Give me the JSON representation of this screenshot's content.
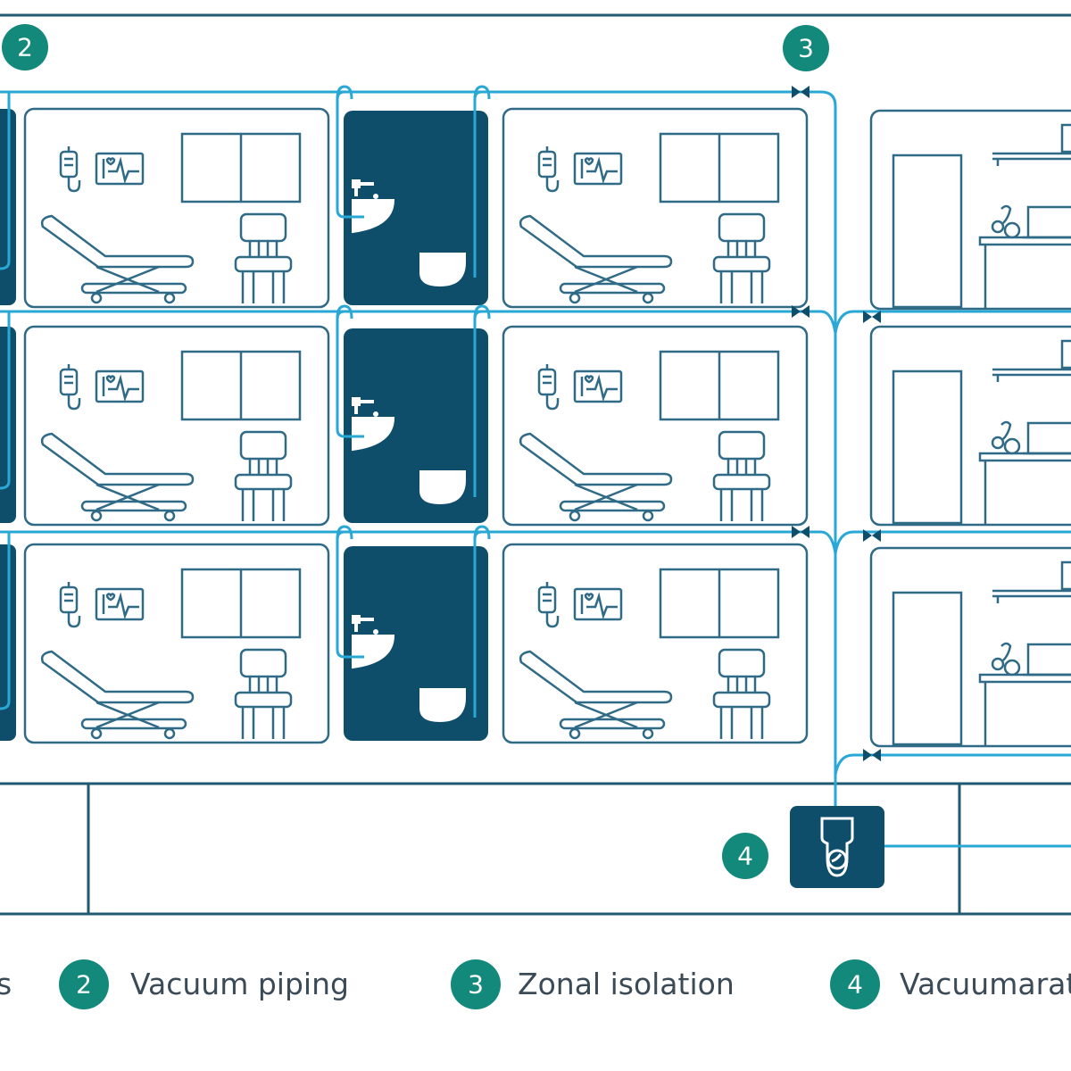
{
  "colors": {
    "outline": "#2f6a86",
    "pipe": "#29a8d6",
    "dark": "#0e4e6b",
    "badge": "#12897a",
    "structure": "#1f5a72",
    "legend_text": "#3b4a57"
  },
  "diagram": {
    "badges": [
      {
        "label": "2",
        "icon": "circle-badge"
      },
      {
        "label": "3",
        "icon": "circle-badge"
      },
      {
        "label": "4",
        "icon": "circle-badge"
      }
    ],
    "room_icons": [
      "iv-drip-icon",
      "heart-monitor-icon",
      "window-icon",
      "hospital-bed-icon",
      "chair-icon",
      "sink-icon",
      "toilet-icon",
      "desk-icon",
      "stethoscope-icon",
      "laptop-icon",
      "door-icon",
      "isolation-valve-icon",
      "vacuum-unit-icon"
    ]
  },
  "legend": {
    "items": [
      {
        "number": "",
        "label": "s"
      },
      {
        "number": "2",
        "label": "Vacuum piping"
      },
      {
        "number": "3",
        "label": "Zonal isolation"
      },
      {
        "number": "4",
        "label": "Vacuumarat"
      }
    ]
  }
}
